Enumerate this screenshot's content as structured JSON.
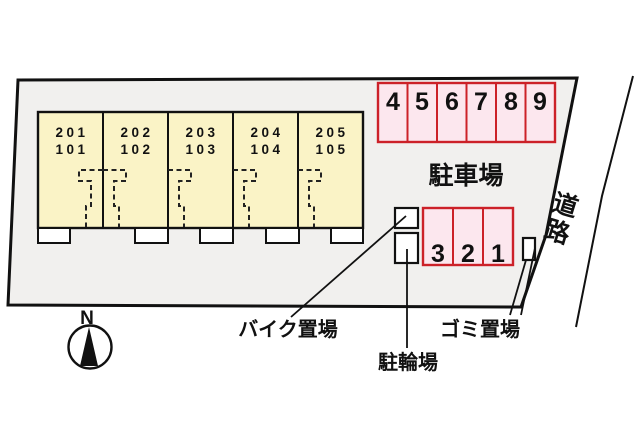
{
  "plan": {
    "units": [
      {
        "upper": "201",
        "lower": "101"
      },
      {
        "upper": "202",
        "lower": "102"
      },
      {
        "upper": "203",
        "lower": "103"
      },
      {
        "upper": "204",
        "lower": "104"
      },
      {
        "upper": "205",
        "lower": "105"
      }
    ],
    "parking_label": "駐車場",
    "spaces_top": [
      "4",
      "5",
      "6",
      "7",
      "8",
      "9"
    ],
    "spaces_bottom": [
      "3",
      "2",
      "1"
    ],
    "bike_label": "バイク置場",
    "bicycle_label": "駐輪場",
    "garbage_label": "ゴミ置場",
    "road_label": "道路",
    "north_label": "N",
    "colors": {
      "site_fill": "#f1f0ee",
      "unit_fill": "#faf3c6",
      "space_fill": "#fce7ee",
      "space_border": "#cc2128",
      "line": "#111111"
    }
  }
}
